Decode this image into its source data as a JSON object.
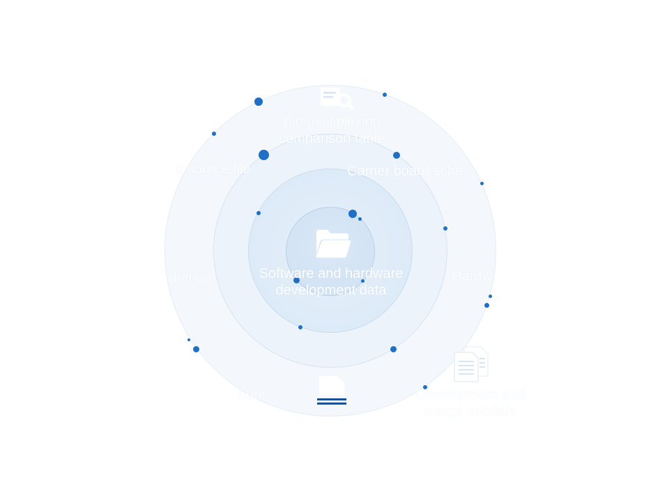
{
  "center": {
    "label_line1": "Software and hardware",
    "label_line2": "development data",
    "icon": "folder-icon"
  },
  "nodes": [
    {
      "id": "pin",
      "line1": "Pin multiplexing",
      "line2": "comparison table",
      "icon": "document-search-icon"
    },
    {
      "id": "source",
      "line1": "d source file"
    },
    {
      "id": "carrier",
      "line1": "Carrier board sche"
    },
    {
      "id": "manual-left",
      "line1": "manual"
    },
    {
      "id": "hardware",
      "line1": "Hardw"
    },
    {
      "id": "manual-bottom",
      "line1": "nual",
      "icon": "document-lines-icon"
    },
    {
      "id": "tutorials",
      "line1": "Development and",
      "line2": "usage tutorials",
      "icon": "document-stack-icon"
    }
  ],
  "colors": {
    "dot": "#1f6fc4",
    "label": "#ffffff",
    "ring_outer": "#f4f8fc",
    "ring_inner": "#cfe1f3"
  }
}
